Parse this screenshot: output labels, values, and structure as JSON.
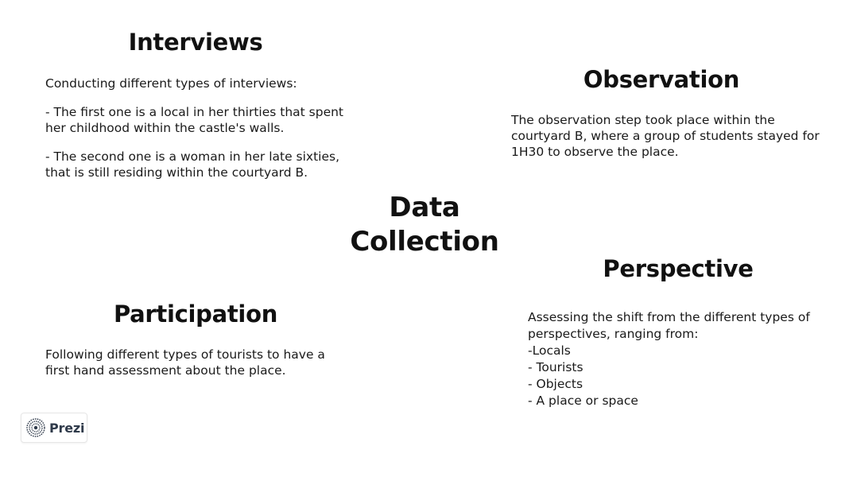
{
  "slide": {
    "center_title_line1": "Data",
    "center_title_line2": "Collection"
  },
  "interviews": {
    "heading": "Interviews",
    "intro": "Conducting different types of interviews:",
    "item1": "- The first one is a local in her thirties that spent her childhood within the castle's walls.",
    "item2": "- The second one is a woman in her late sixties, that is still residing within the courtyard B."
  },
  "observation": {
    "heading": "Observation",
    "body": "The observation step took place within the courtyard B, where a group of students stayed for 1H30 to observe the place."
  },
  "participation": {
    "heading": "Participation",
    "body": "Following different types of tourists to have a first hand assessment about the place."
  },
  "perspective": {
    "heading": "Perspective",
    "intro": "Assessing the shift from the different types of perspectives, ranging from:",
    "items": [
      "-Locals",
      "- Tourists",
      "- Objects",
      "- A place or space"
    ]
  },
  "badge": {
    "label": "Prezi",
    "icon": "prezi-logo-icon",
    "color": "#2f3a4a"
  }
}
